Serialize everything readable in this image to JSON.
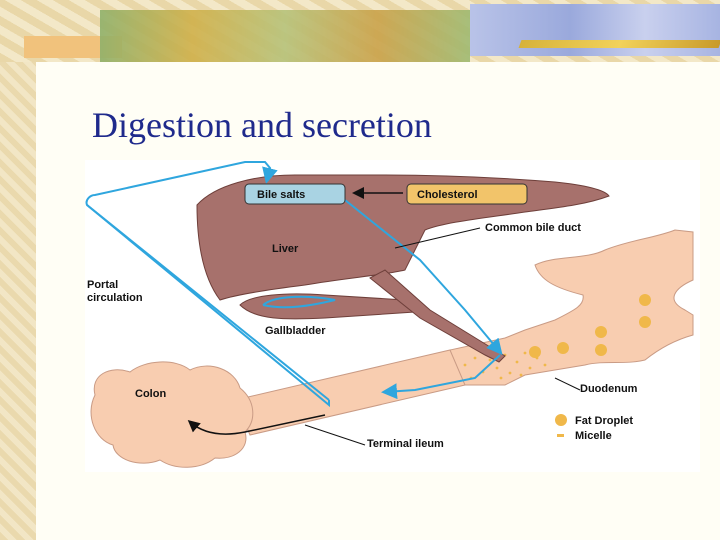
{
  "slide": {
    "title": "Digestion and secretion"
  },
  "diagram": {
    "labels": {
      "bile_salts": "Bile salts",
      "cholesterol": "Cholesterol",
      "common_bile_duct": "Common bile duct",
      "liver": "Liver",
      "portal_circulation_line1": "Portal",
      "portal_circulation_line2": "circulation",
      "gallbladder": "Gallbladder",
      "colon": "Colon",
      "duodenum": "Duodenum",
      "terminal_ileum": "Terminal ileum",
      "legend_fat_droplet": "Fat Droplet",
      "legend_micelle": "Micelle"
    },
    "colors": {
      "liver": "#a7716c",
      "intestine": "#f8cdb0",
      "flow": "#2fa6de",
      "bile_box": "#a9d3e3",
      "cholesterol_box": "#f2c46a",
      "fat": "#f0b84a",
      "title": "#1f2a8c"
    }
  }
}
